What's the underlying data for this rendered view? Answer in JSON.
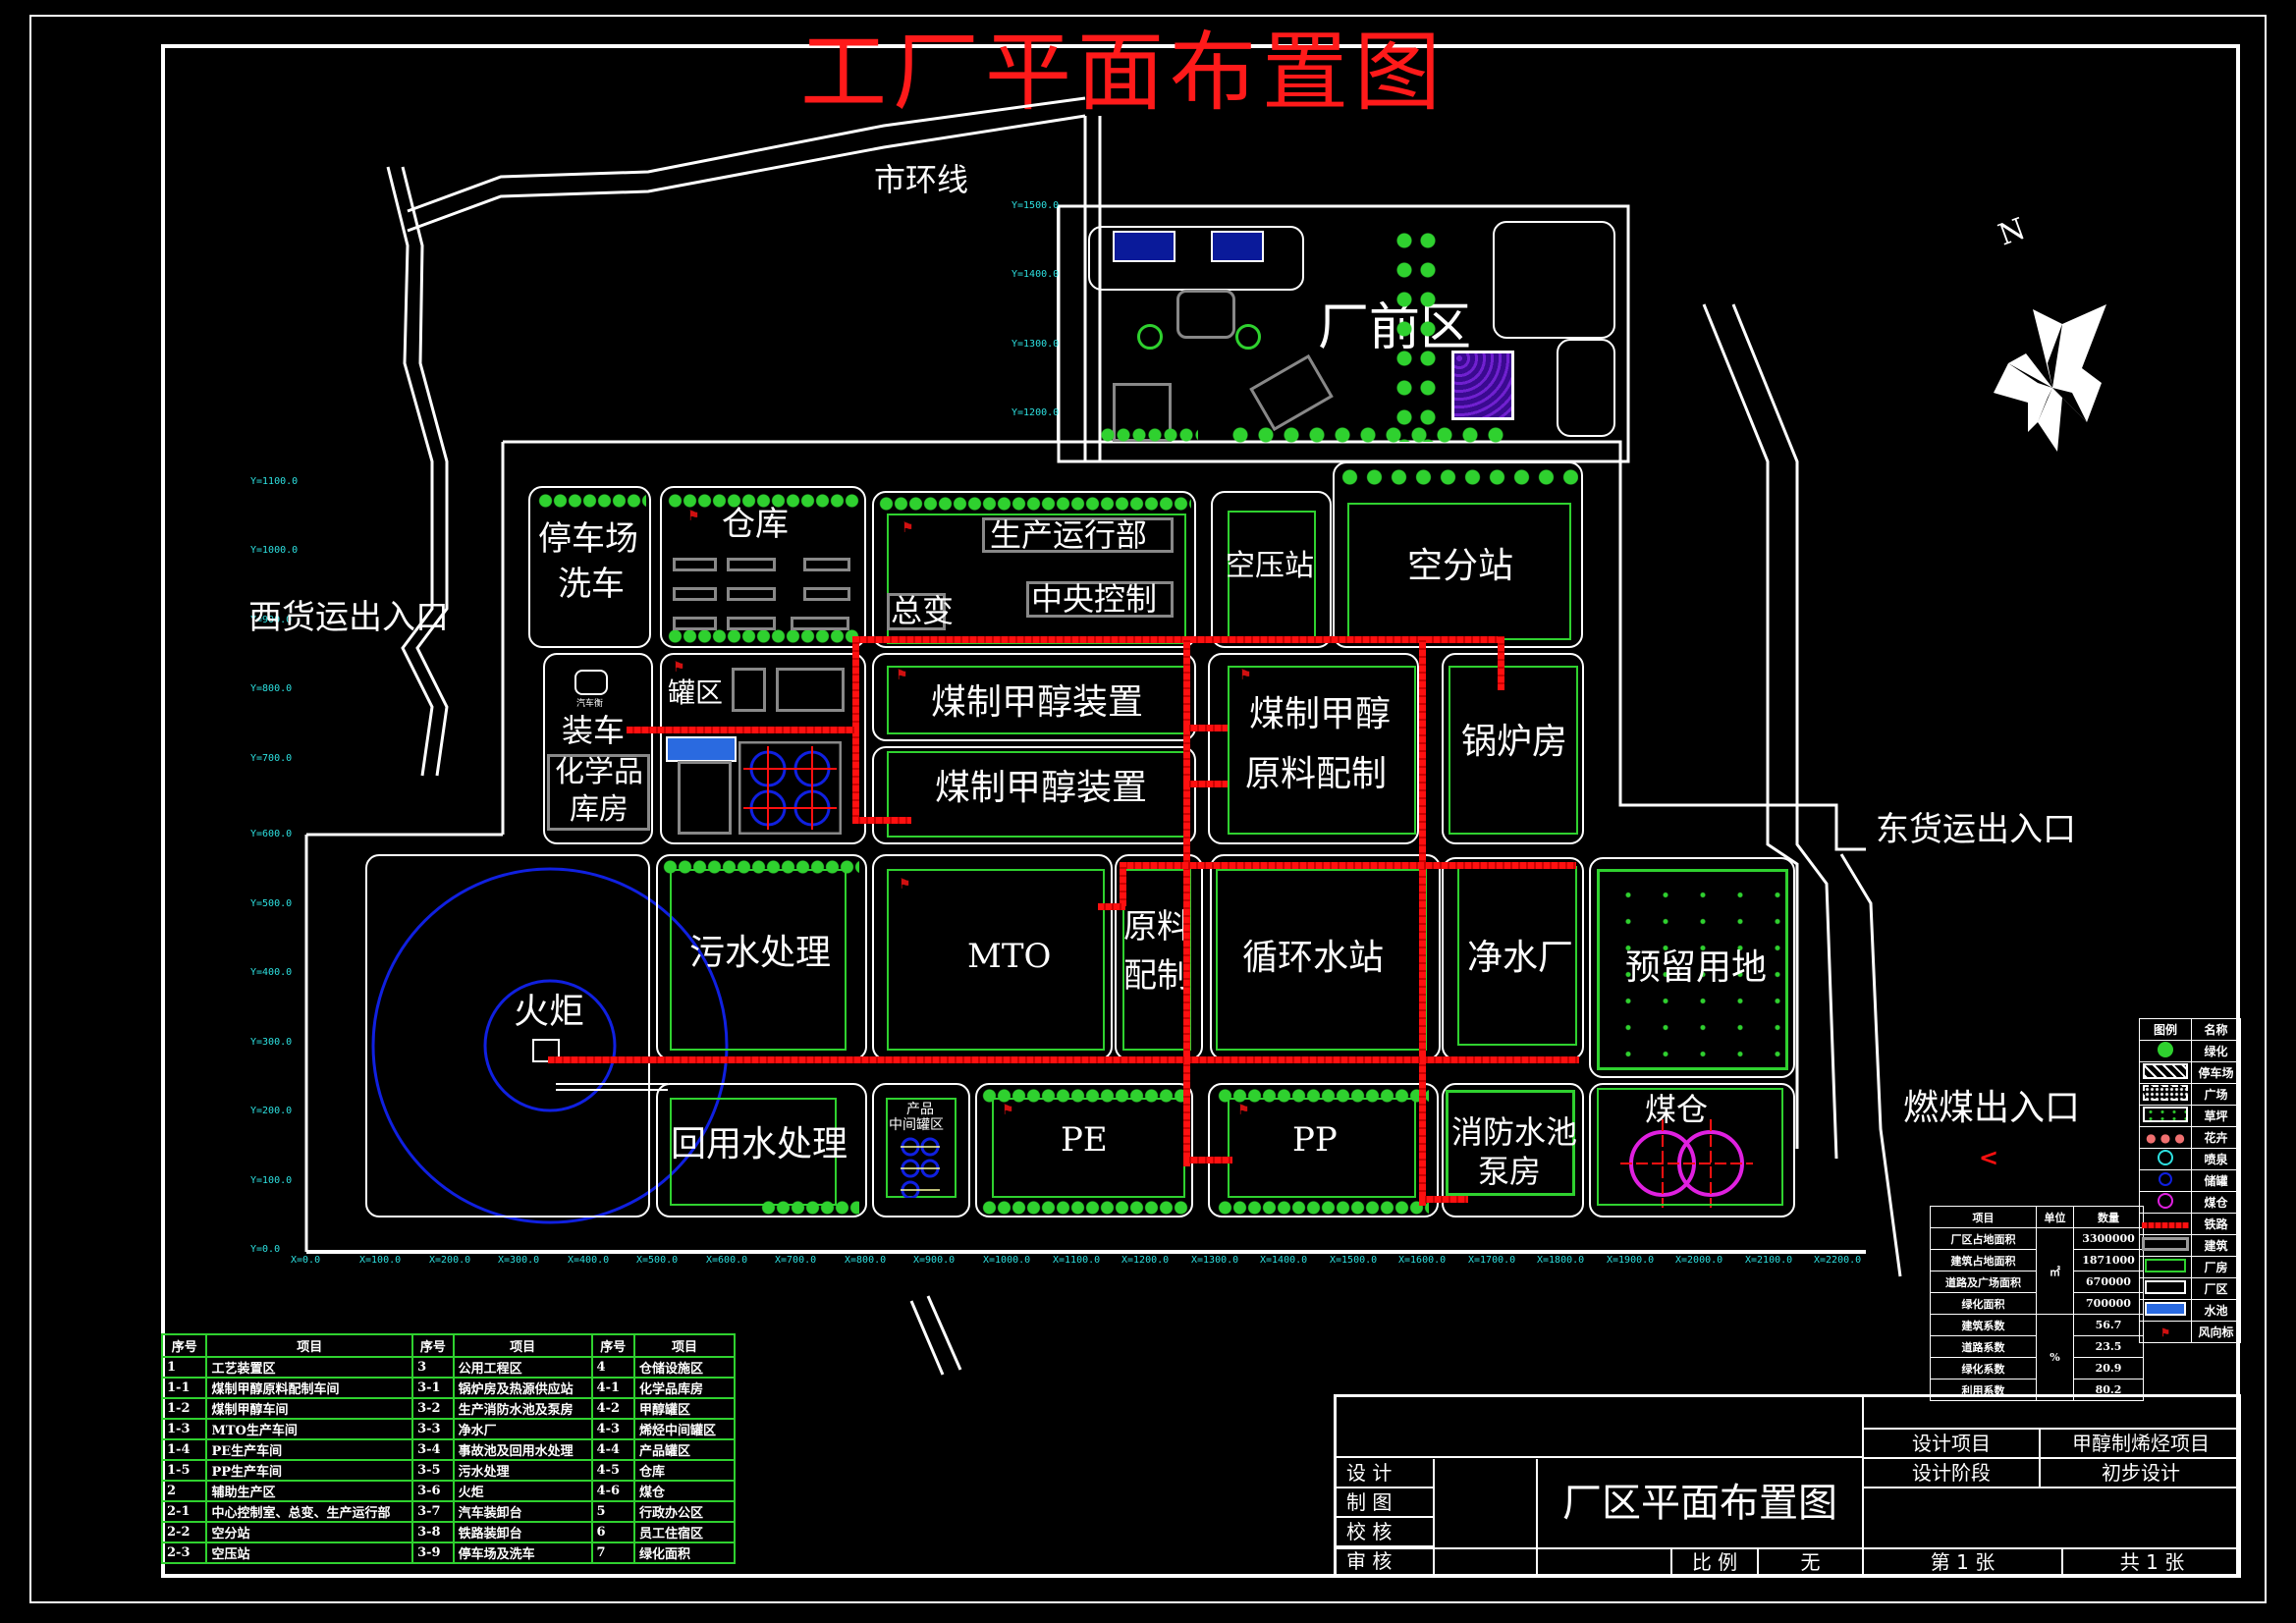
{
  "title": "工厂平面布置图",
  "roads": {
    "city_ring": "市环线",
    "west_gate": "西货运出入口",
    "east_gate": "东货运出入口",
    "coal_gate": "燃煤出入口",
    "front_zone": "厂前区"
  },
  "compass": {
    "north": "N"
  },
  "zones": {
    "parking": "停车场",
    "car_wash": "洗车",
    "warehouse": "仓库",
    "production_ops": "生产运行部",
    "central_control": "中央控制",
    "substation": "总变",
    "air_compressor": "空压站",
    "air_separation": "空分站",
    "tank_area": "罐区",
    "truck_scale": "汽车衡",
    "loading": "装车",
    "chemical_store_1": "化学品",
    "chemical_store_2": "库房",
    "methanol_unit_1": "煤制甲醇装置",
    "methanol_unit_2": "煤制甲醇装置",
    "methanol_feed_1": "煤制甲醇",
    "methanol_feed_2": "原料配制",
    "boiler": "锅炉房",
    "flare": "火炬",
    "sewage": "污水处理",
    "mto": "MTO",
    "feed_prep_1": "原料",
    "feed_prep_2": "配制",
    "circulating_water": "循环水站",
    "water_purification": "净水厂",
    "reserved_land": "预留用地",
    "reuse_water": "回用水处理",
    "product_tank_1": "产品",
    "product_tank_2": "中间罐区",
    "pe": "PE",
    "pp": "PP",
    "fire_pump_1": "消防水池",
    "fire_pump_2": "泵房",
    "coal_bunker": "煤仓"
  },
  "axes": {
    "y_left": [
      "Y=1100.0",
      "Y=1000.0",
      "Y=900.0",
      "Y=800.0",
      "Y=700.0",
      "Y=600.0",
      "Y=500.0",
      "Y=400.0",
      "Y=300.0",
      "Y=200.0",
      "Y=100.0",
      "Y=0.0"
    ],
    "y_top": [
      "Y=1500.0",
      "Y=1400.0",
      "Y=1300.0",
      "Y=1200.0"
    ],
    "x": [
      "X=0.0",
      "X=100.0",
      "X=200.0",
      "X=300.0",
      "X=400.0",
      "X=500.0",
      "X=600.0",
      "X=700.0",
      "X=800.0",
      "X=900.0",
      "X=1000.0",
      "X=1100.0",
      "X=1200.0",
      "X=1300.0",
      "X=1400.0",
      "X=1500.0",
      "X=1600.0",
      "X=1700.0",
      "X=1800.0",
      "X=1900.0",
      "X=2000.0",
      "X=2100.0",
      "X=2200.0"
    ]
  },
  "item_table": {
    "headers": [
      "序号",
      "项目",
      "序号",
      "项目",
      "序号",
      "项目"
    ],
    "rows": [
      [
        "1",
        "工艺装置区",
        "3",
        "公用工程区",
        "4",
        "仓储设施区"
      ],
      [
        "1-1",
        "煤制甲醇原料配制车间",
        "3-1",
        "锅炉房及热源供应站",
        "4-1",
        "化学品库房"
      ],
      [
        "1-2",
        "煤制甲醇车间",
        "3-2",
        "生产消防水池及泵房",
        "4-2",
        "甲醇罐区"
      ],
      [
        "1-3",
        "MTO生产车间",
        "3-3",
        "净水厂",
        "4-3",
        "烯烃中间罐区"
      ],
      [
        "1-4",
        "PE生产车间",
        "3-4",
        "事故池及回用水处理",
        "4-4",
        "产品罐区"
      ],
      [
        "1-5",
        "PP生产车间",
        "3-5",
        "污水处理",
        "4-5",
        "仓库"
      ],
      [
        "2",
        "辅助生产区",
        "3-6",
        "火炬",
        "4-6",
        "煤仓"
      ],
      [
        "2-1",
        "中心控制室、总变、生产运行部",
        "3-7",
        "汽车装卸台",
        "5",
        "行政办公区"
      ],
      [
        "2-2",
        "空分站",
        "3-8",
        "铁路装卸台",
        "6",
        "员工住宿区"
      ],
      [
        "2-3",
        "空压站",
        "3-9",
        "停车场及洗车",
        "7",
        "绿化面积"
      ]
    ]
  },
  "stats_table": {
    "headers": [
      "项目",
      "单位",
      "数量"
    ],
    "rows": [
      {
        "item": "厂区占地面积",
        "value": "3300000"
      },
      {
        "item": "建筑占地面积",
        "value": "1871000"
      },
      {
        "item": "道路及广场面积",
        "value": "670000"
      },
      {
        "item": "绿化面积",
        "value": "700000"
      },
      {
        "item": "建筑系数",
        "value": "56.7"
      },
      {
        "item": "道路系数",
        "value": "23.5"
      },
      {
        "item": "绿化系数",
        "value": "20.9"
      },
      {
        "item": "利用系数",
        "value": "80.2"
      }
    ],
    "unit_area": "㎡",
    "unit_pct": "%"
  },
  "legend": {
    "headers": [
      "图例",
      "名称"
    ],
    "items": [
      {
        "name": "绿化",
        "icon": "tree-icon"
      },
      {
        "name": "停车场",
        "icon": "parking-hatch-icon"
      },
      {
        "name": "广场",
        "icon": "plaza-pattern-icon"
      },
      {
        "name": "草坪",
        "icon": "lawn-icon"
      },
      {
        "name": "花卉",
        "icon": "flowers-icon"
      },
      {
        "name": "喷泉",
        "icon": "fountain-icon"
      },
      {
        "name": "储罐",
        "icon": "tank-icon"
      },
      {
        "name": "煤仓",
        "icon": "coal-bunker-icon"
      },
      {
        "name": "铁路",
        "icon": "railway-icon"
      },
      {
        "name": "建筑",
        "icon": "building-icon"
      },
      {
        "name": "厂房",
        "icon": "plant-building-icon"
      },
      {
        "name": "厂区",
        "icon": "plant-area-icon"
      },
      {
        "name": "水池",
        "icon": "pool-icon"
      },
      {
        "name": "风向标",
        "icon": "wind-vane-icon"
      }
    ]
  },
  "title_block": {
    "design_project_label": "设计项目",
    "design_project_value": "甲醇制烯烃项目",
    "design_stage_label": "设计阶段",
    "design_stage_value": "初步设计",
    "drawing_title": "厂区平面布置图",
    "roles": [
      "设 计",
      "制 图",
      "校 核",
      "审 核"
    ],
    "scale_label": "比 例",
    "scale_value": "无",
    "sheet": "第 1 张",
    "total": "共 1 张"
  },
  "colors": {
    "background": "#000000",
    "title": "#ff1a1a",
    "axis": "#2de0e0",
    "green": "#2fd12f",
    "rail": "#ff1010",
    "tank": "#1020e0",
    "coal": "#e020e0"
  }
}
